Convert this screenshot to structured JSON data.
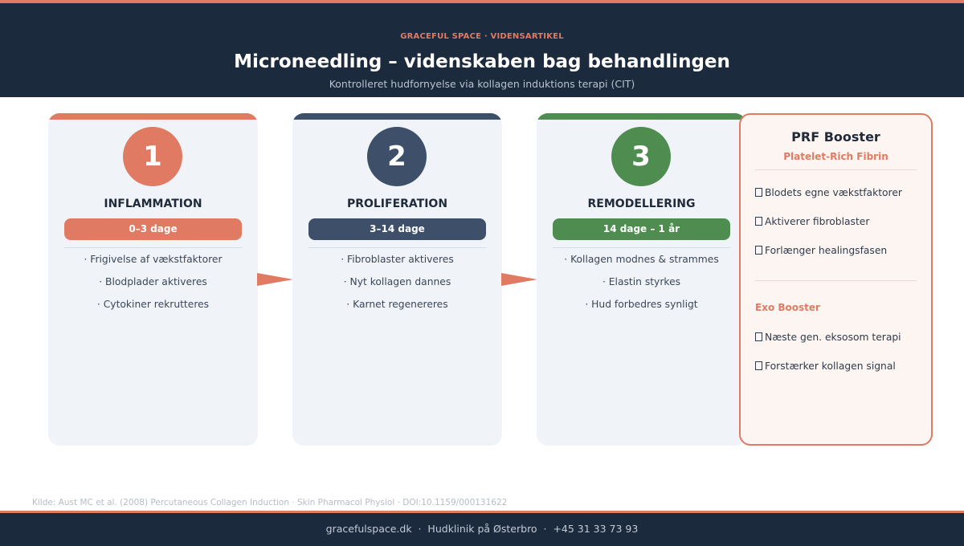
{
  "header": {
    "eyebrow": "GRACEFUL SPACE · VIDENSARTIKEL",
    "title": "Microneedling – videnskaben bag behandlingen",
    "subtitle": "Kontrolleret hudfornyelse via kollagen induktions terapi (CIT)"
  },
  "phases": [
    {
      "number": "1",
      "name": "INFLAMMATION",
      "duration": "0–3 dage",
      "color": "#e07a62",
      "items": [
        "· Frigivelse af vækstfaktorer",
        "· Blodplader aktiveres",
        "· Cytokiner rekrutteres"
      ]
    },
    {
      "number": "2",
      "name": "PROLIFERATION",
      "duration": "3–14 dage",
      "color": "#3d4f69",
      "items": [
        "· Fibroblaster aktiveres",
        "· Nyt kollagen dannes",
        "· Karnet regenereres"
      ]
    },
    {
      "number": "3",
      "name": "REMODELLERING",
      "duration": "14 dage – 1 år",
      "color": "#4e8c50",
      "items": [
        "· Kollagen modnes & strammes",
        "· Elastin styrkes",
        "· Hud forbedres synligt"
      ]
    }
  ],
  "arrow_color": "#e07a62",
  "side": {
    "title": "PRF Booster",
    "subtitle": "Platelet-Rich Fibrin",
    "prf_items": [
      "Blodets egne vækstfaktorer",
      "Aktiverer fibroblaster",
      "Forlænger healingsfasen"
    ],
    "exo_title": "Exo Booster",
    "exo_items": [
      "Næste gen. eksosom terapi",
      "Forstærker kollagen signal"
    ],
    "accent": "#e07a62"
  },
  "source": "Kilde: Aust MC et al. (2008) Percutaneous Collagen Induction · Skin Pharmacol Physiol · DOI:10.1159/000131622",
  "footer": "gracefulspace.dk  ·  Hudklinik på Østerbro  ·  +45 31 33 73 93"
}
